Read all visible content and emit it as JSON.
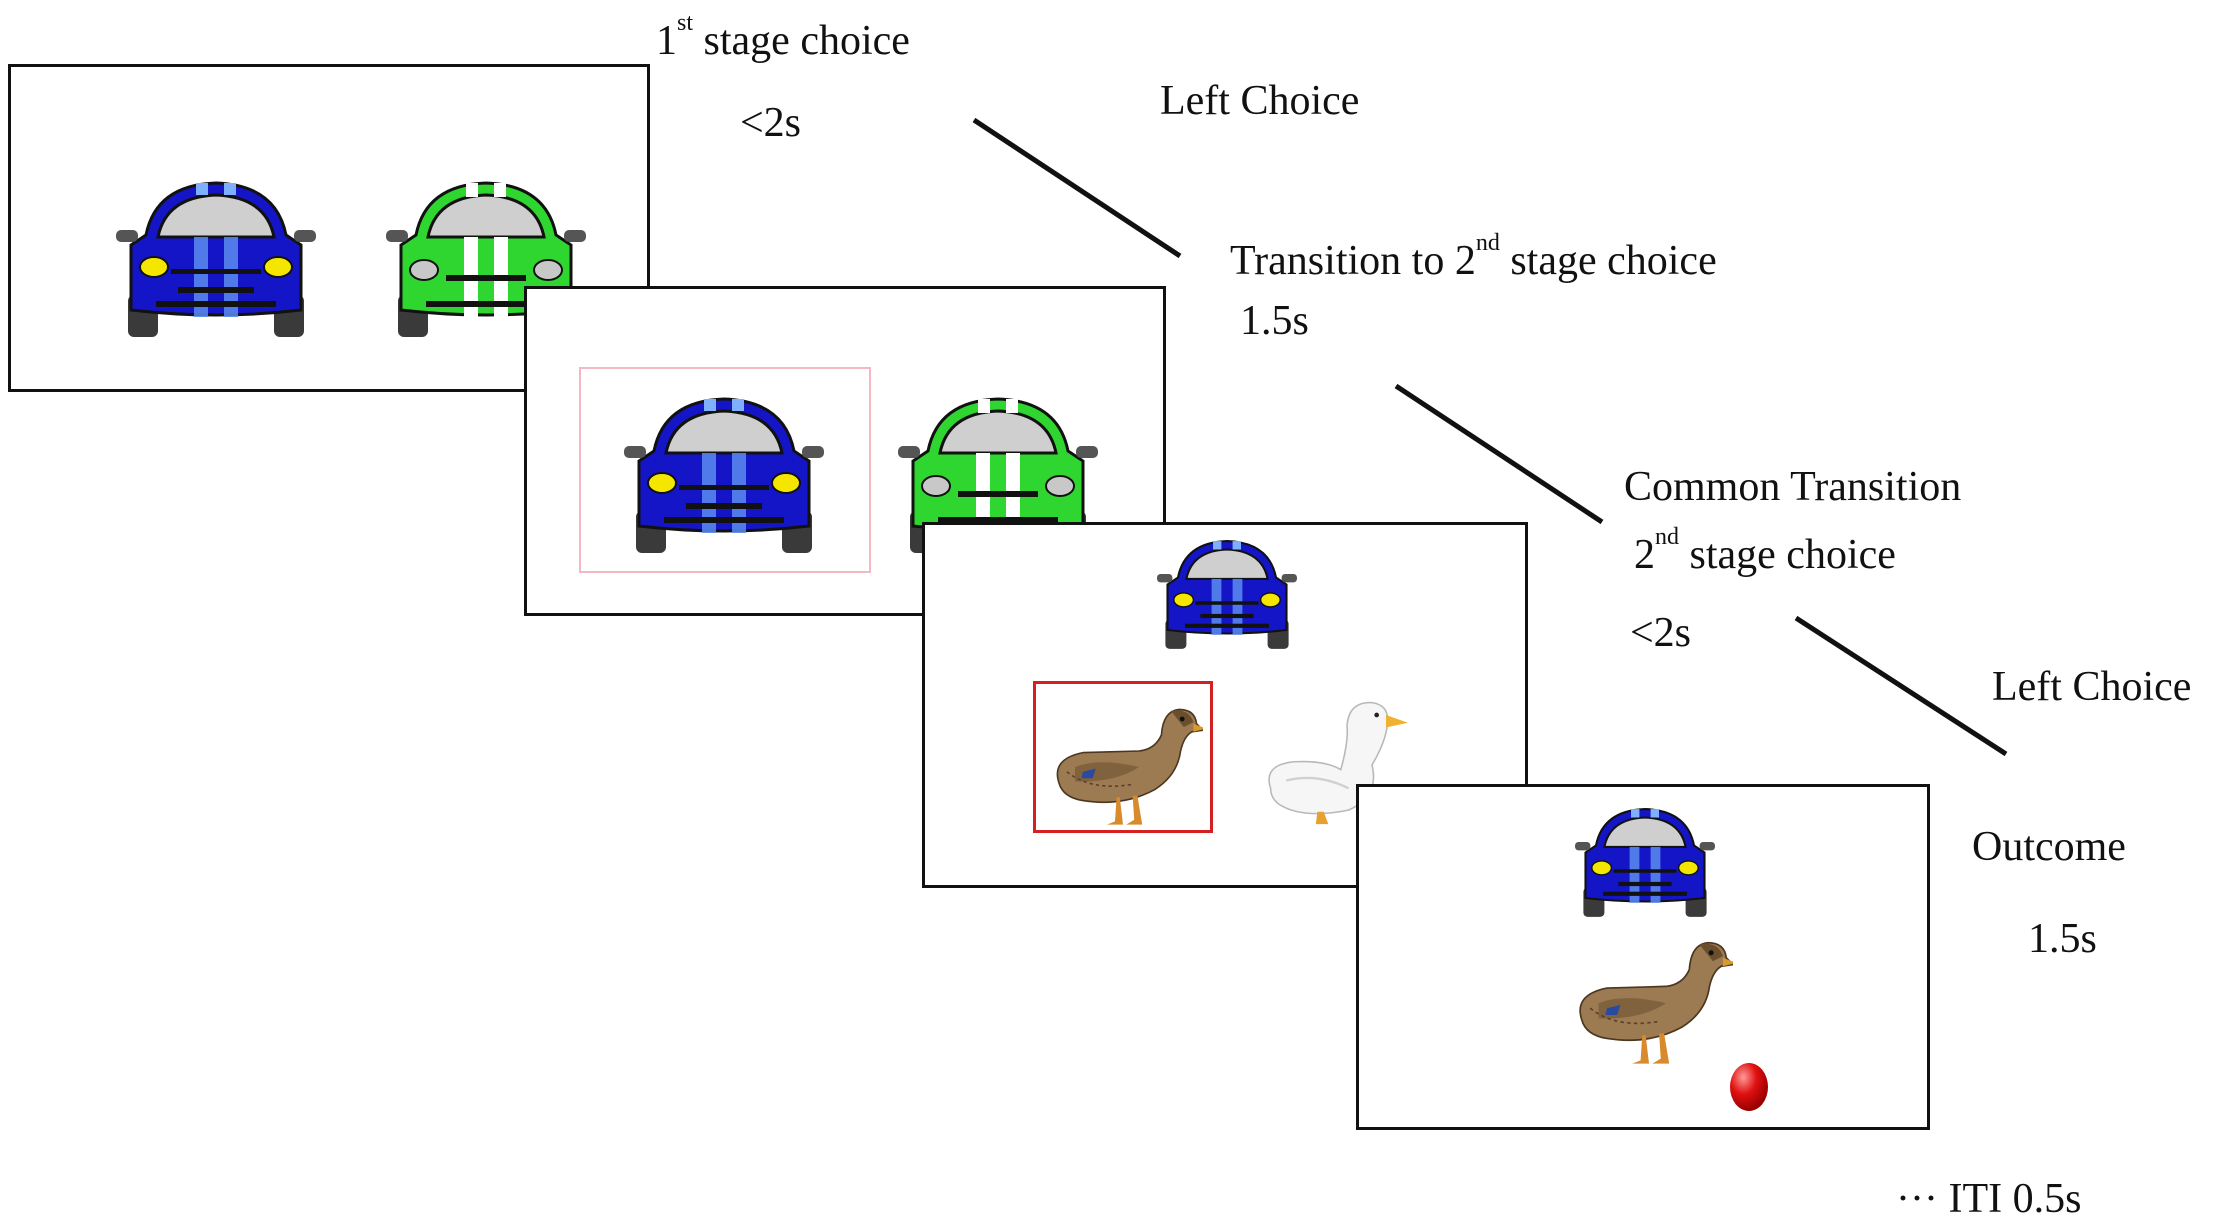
{
  "labels": {
    "stage1_num": "1",
    "stage1_sup": "st",
    "stage1_text": " stage choice",
    "stage1_time": "<2s",
    "left_choice_1": "Left Choice",
    "transition_pre": "Transition to 2",
    "transition_sup": "nd",
    "transition_post": " stage choice",
    "transition_time": "1.5s",
    "common_transition": "Common Transition",
    "stage2_num": "2",
    "stage2_sup": "nd",
    "stage2_text": " stage choice",
    "stage2_time": "<2s",
    "left_choice_2": "Left Choice",
    "outcome": "Outcome",
    "outcome_time": "1.5s",
    "iti": "··· ITI 0.5s"
  },
  "icons": [
    "blue-car-icon",
    "green-car-icon",
    "brown-duck-icon",
    "white-duck-icon",
    "red-egg-icon"
  ],
  "colors": {
    "blue_car": "#1515c8",
    "green_car": "#2fd62f",
    "selection_pink": "#f4b8c4",
    "selection_red": "#d42020",
    "egg_red": "#e01010"
  }
}
